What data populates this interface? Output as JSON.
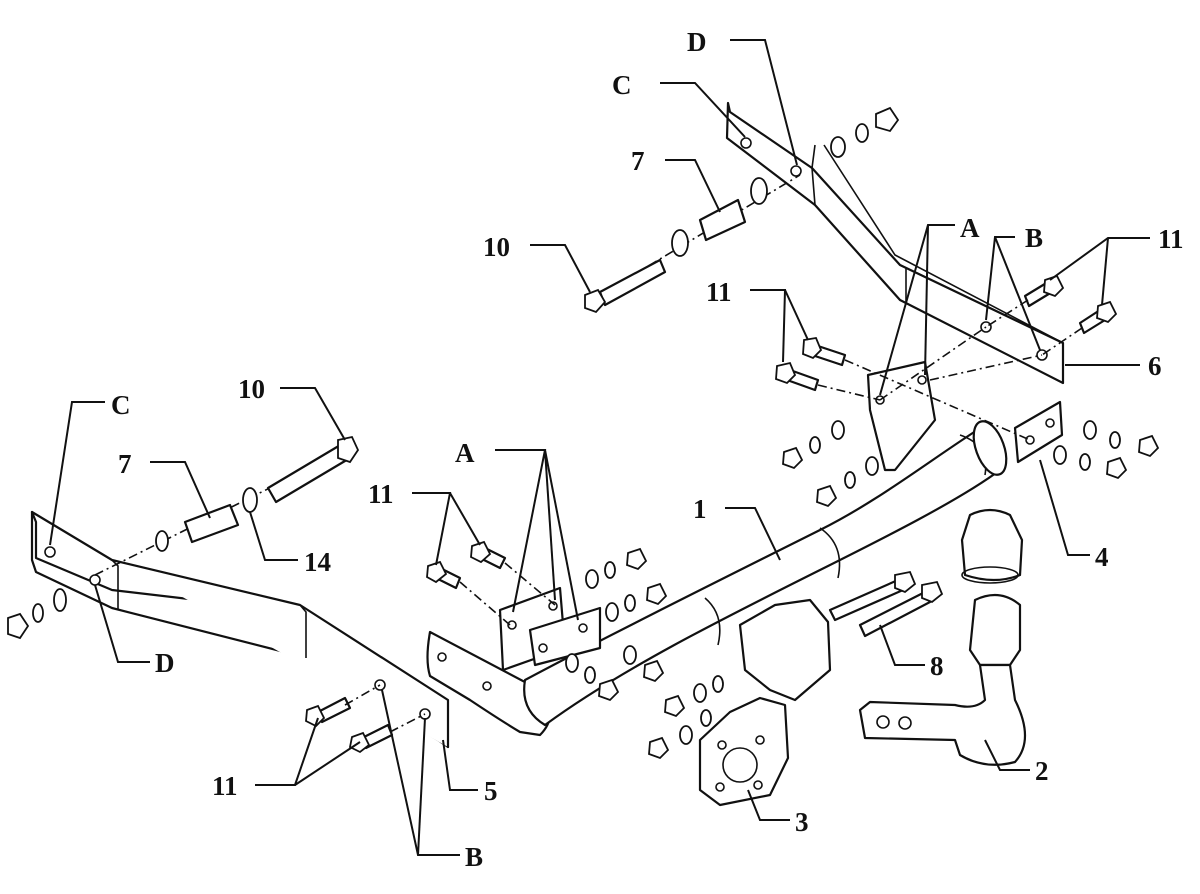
{
  "labels": {
    "part_1": "1",
    "part_2": "2",
    "part_3": "3",
    "part_4": "4",
    "part_5": "5",
    "part_6": "6",
    "part_7_left": "7",
    "part_7_right": "7",
    "part_8": "8",
    "part_10_left": "10",
    "part_10_right": "10",
    "part_11_left_top": "11",
    "part_11_left_bottom": "11",
    "part_11_center": "11",
    "part_11_right": "11",
    "part_14": "14",
    "point_a_left": "A",
    "point_a_right": "A",
    "point_b_left": "B",
    "point_b_right": "B",
    "point_c_left": "C",
    "point_c_right": "C",
    "point_d_left": "D",
    "point_d_right": "D"
  }
}
